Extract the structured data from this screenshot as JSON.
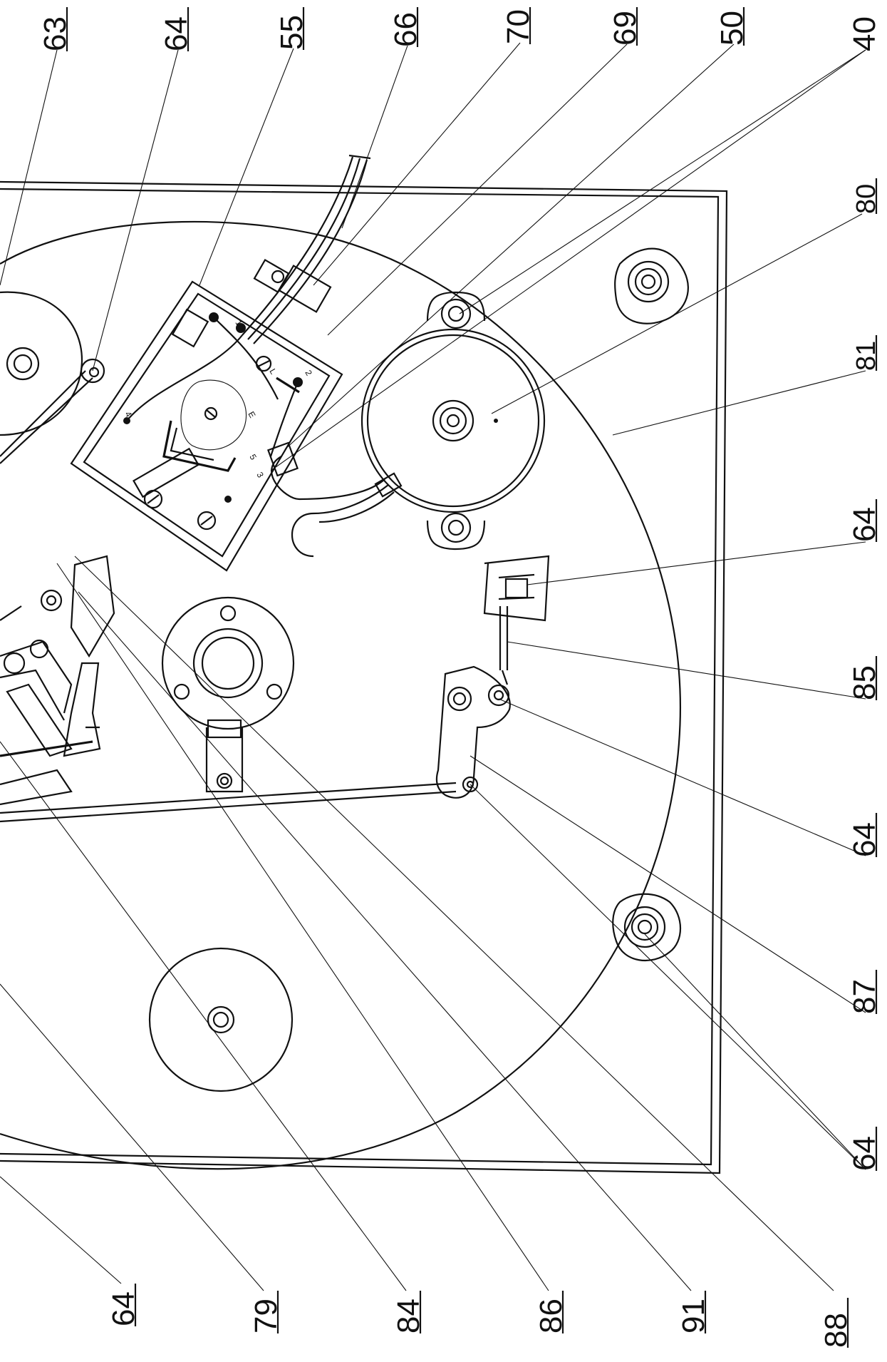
{
  "figure": {
    "reference_labels_top": [
      "63",
      "64",
      "55",
      "66",
      "70",
      "69",
      "50",
      "40"
    ],
    "reference_labels_right": [
      "80",
      "81",
      "64",
      "85",
      "64",
      "87",
      "64"
    ],
    "reference_labels_bottom": [
      "64",
      "79",
      "84",
      "86",
      "91",
      "88"
    ],
    "terminal_marks": [
      "1",
      "2",
      "3",
      "4",
      "E",
      "L",
      "5"
    ]
  }
}
